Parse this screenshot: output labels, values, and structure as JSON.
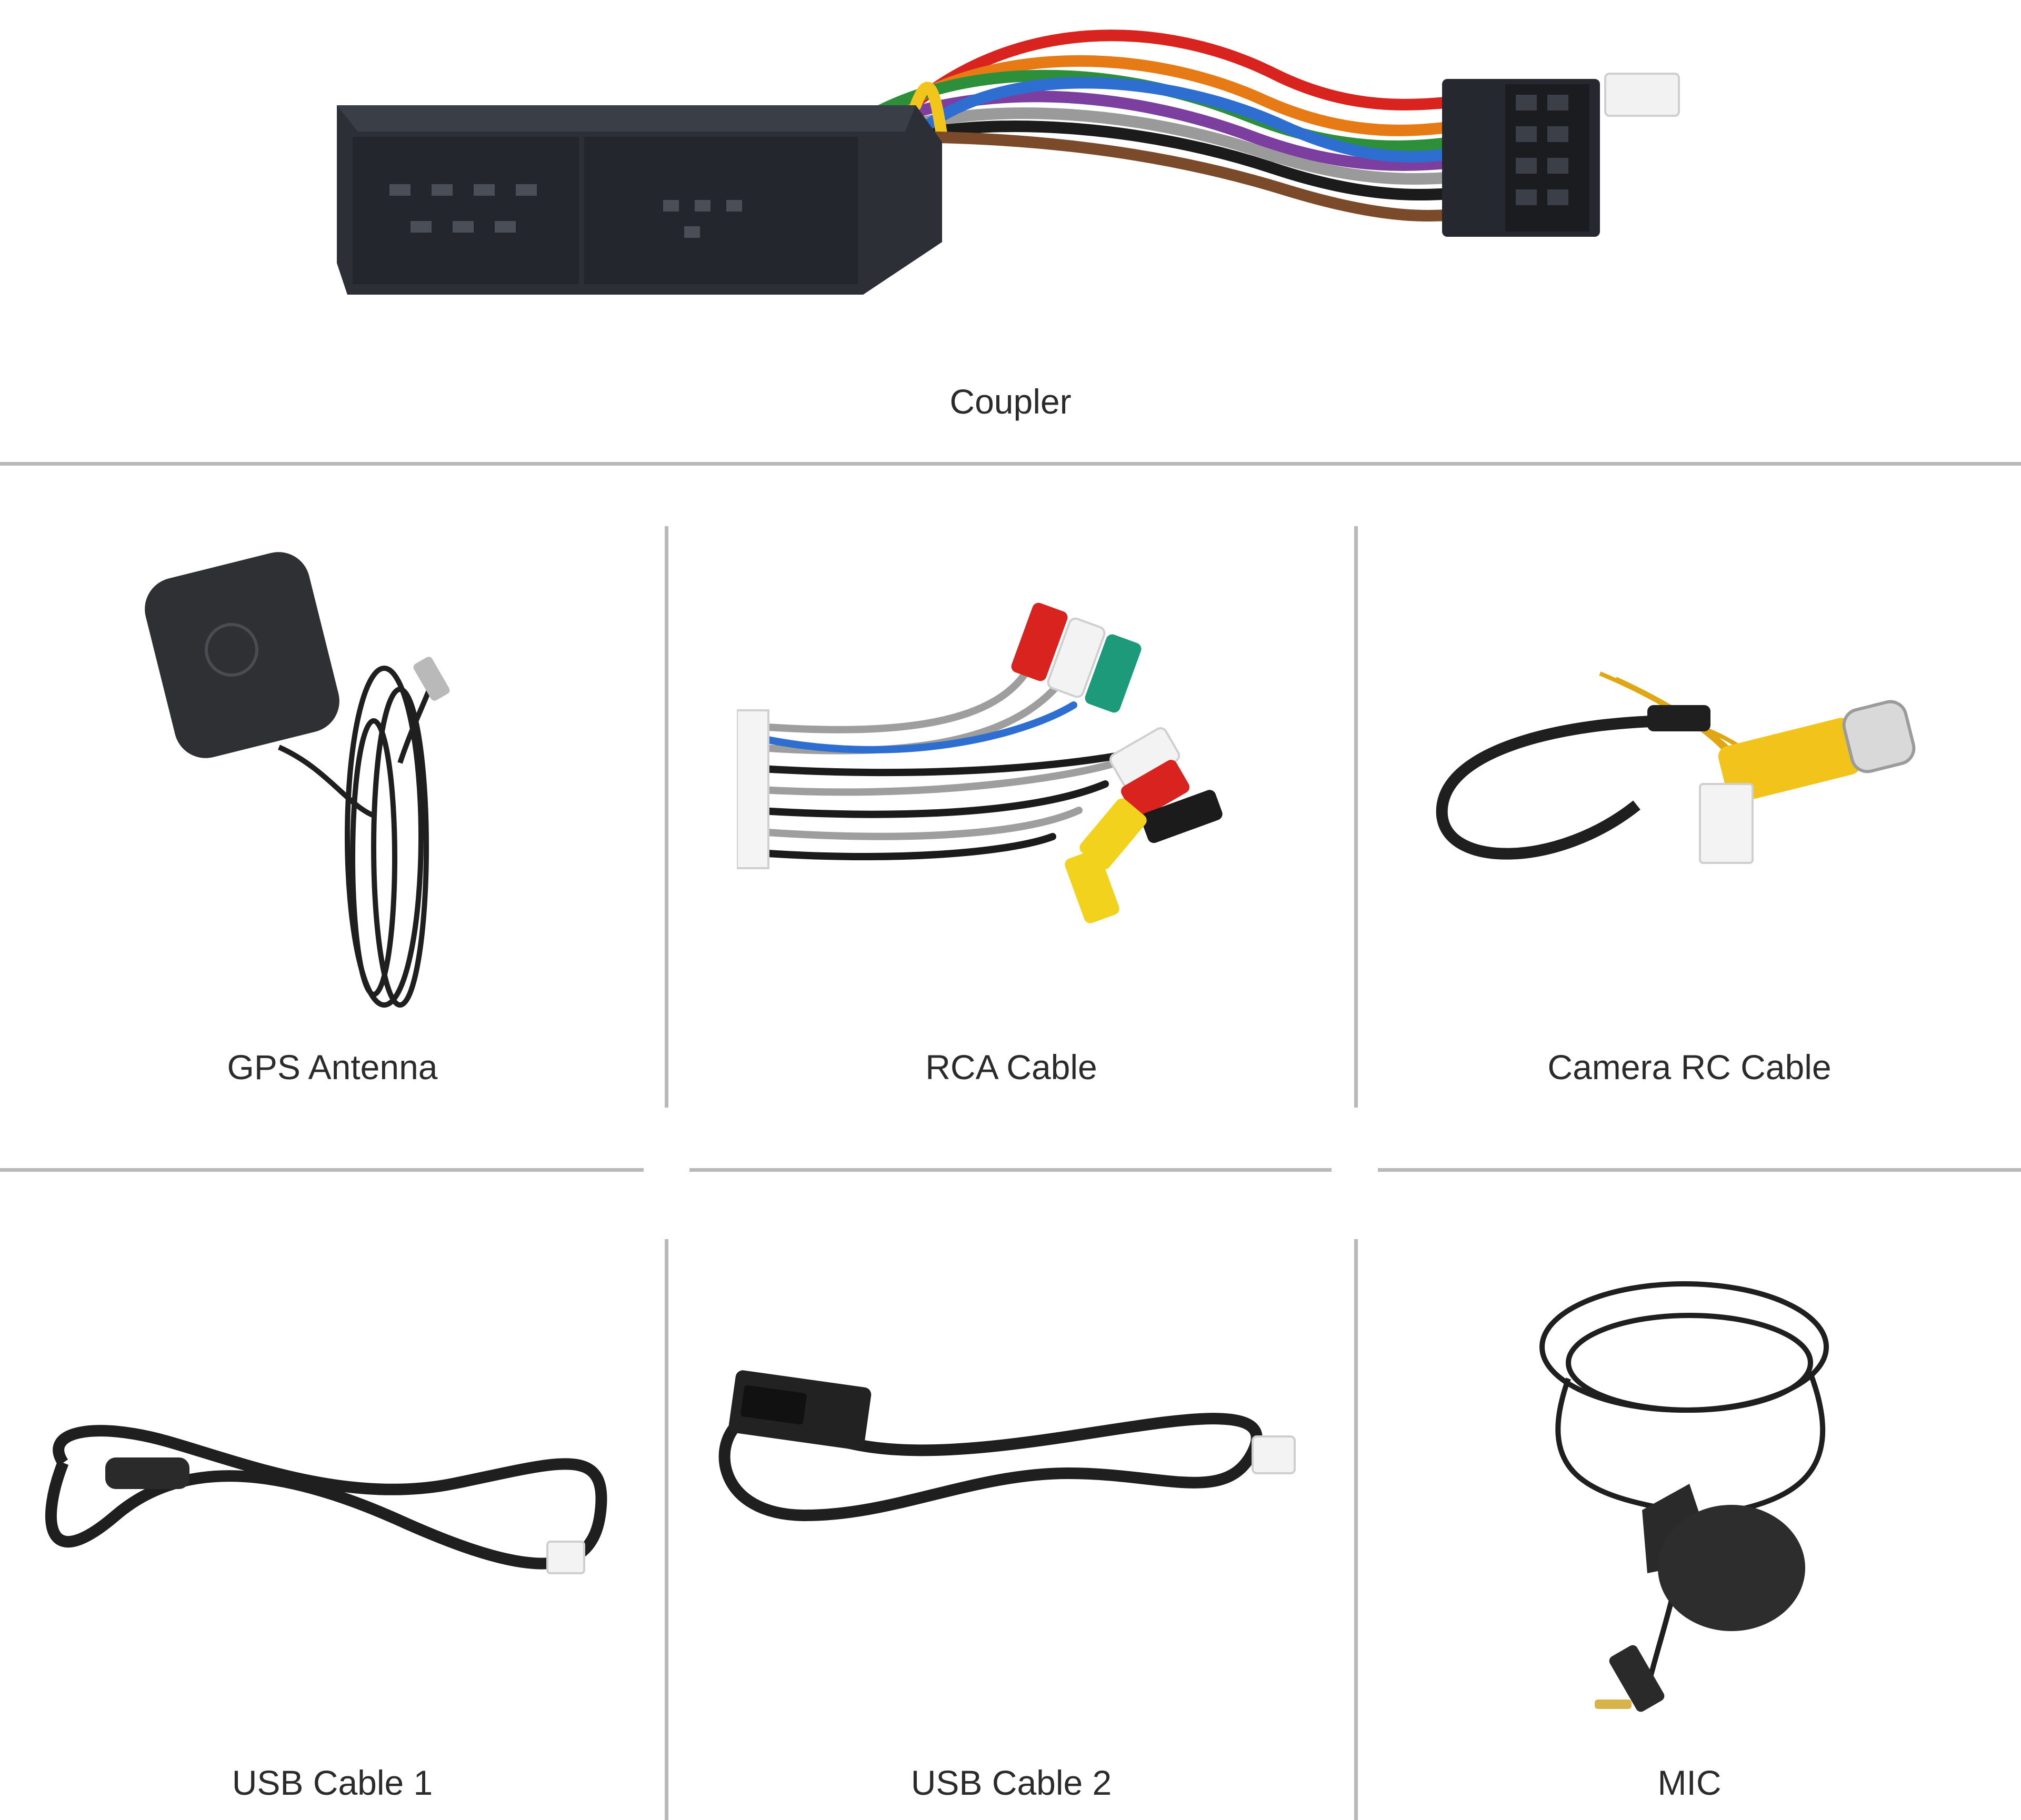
{
  "items": [
    {
      "name": "Coupler"
    },
    {
      "name": "GPS Antenna"
    },
    {
      "name": "RCA Cable"
    },
    {
      "name": "Camera RC Cable"
    },
    {
      "name": "USB Cable 1"
    },
    {
      "name": "USB Cable 2"
    },
    {
      "name": "MIC"
    }
  ],
  "colors": {
    "divider": "#b9b9b9",
    "plastic": "#2c2f36",
    "cable": "#1e1e1e"
  },
  "icons": [
    "harness-connector-icon",
    "gps-antenna-icon",
    "rca-cable-icon",
    "camera-cable-icon",
    "usb-cable-icon",
    "usb-cable-icon",
    "lapel-mic-icon"
  ]
}
